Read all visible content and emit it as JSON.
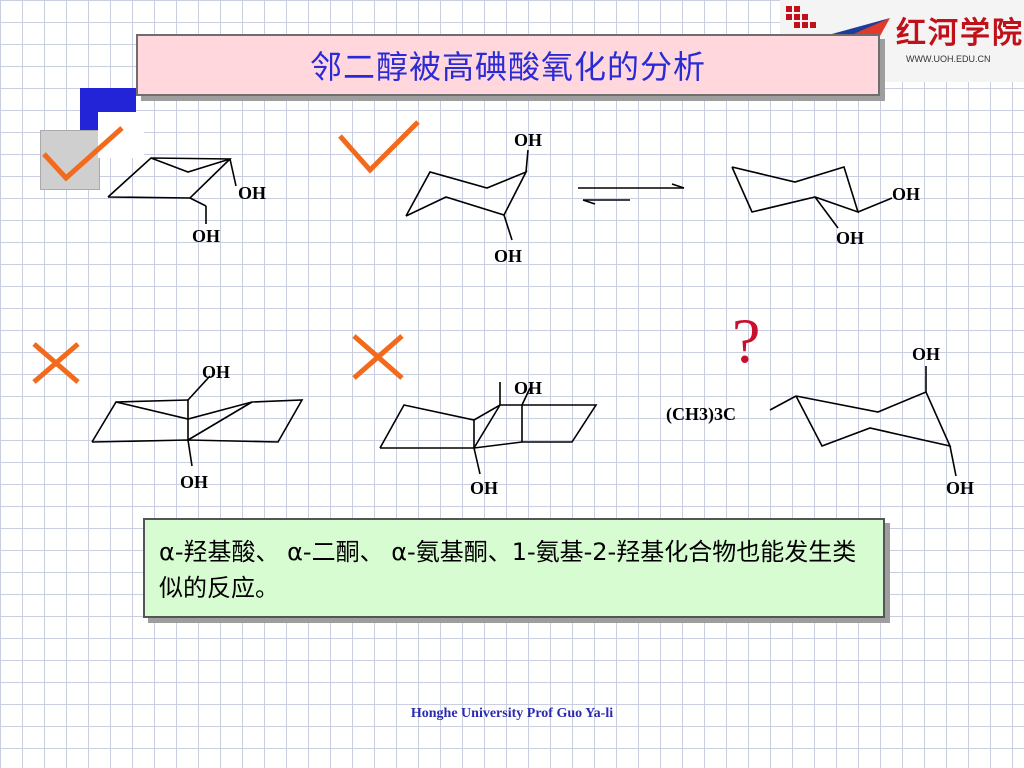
{
  "title": "邻二醇被高碘酸氧化的分析",
  "logo": {
    "name": "红河学院",
    "url": "WWW.UOH.EDU.CN"
  },
  "molecule_labels": {
    "m1_oh_a": "OH",
    "m1_oh_b": "OH",
    "m2_oh_top": "OH",
    "m2_oh_bottom": "OH",
    "m3_oh_a": "OH",
    "m3_oh_b": "OH",
    "m4_oh_top": "OH",
    "m4_oh_bottom": "OH",
    "m5_oh_top": "OH",
    "m5_oh_bottom": "OH",
    "m6_oh_top": "OH",
    "m6_oh_bottom": "OH",
    "m6_substituent": "(CH3)3C"
  },
  "question_mark": "?",
  "note": "α-羟基酸、 α-二酮、 α-氨基酮、1-氨基-2-羟基化合物也能发生类似的反应。",
  "footer": "Honghe University   Prof Guo Ya-li",
  "colors": {
    "title_text": "#2b2bd6",
    "check_cross": "#f26a1b",
    "question": "#c8102e",
    "note_bg": "#d8fcd2",
    "title_bg": "#ffd7dc"
  }
}
